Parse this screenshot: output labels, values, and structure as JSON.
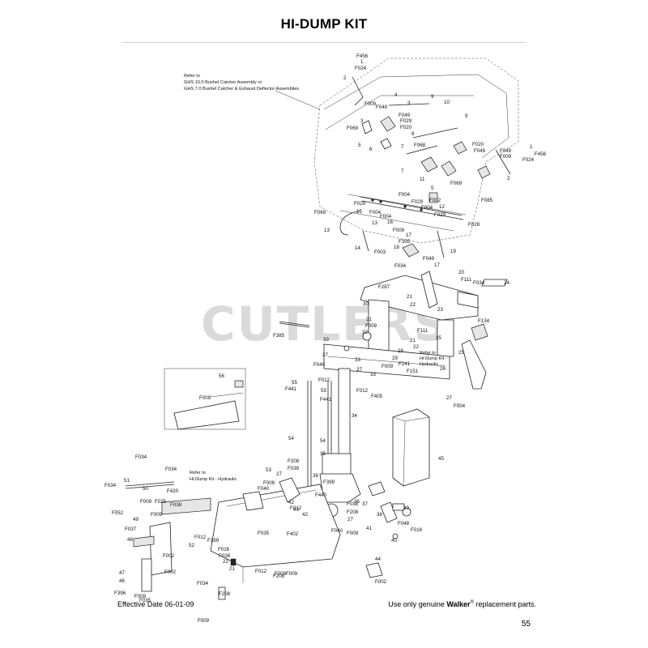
{
  "title": "HI-DUMP KIT",
  "watermark": "CUTLERS",
  "notes": {
    "refer_catcher_1": "Refer to",
    "refer_catcher_2": "GHS 10.0 Bushel Catcher Assembly or",
    "refer_catcher_3": "GHS 7.0 Bushel Catcher & Exhaust Deflector Assemblies",
    "refer_hyd_right_1": "Refer to",
    "refer_hyd_right_2": "Hi-Dump Kit -",
    "refer_hyd_right_3": "Hydraulic",
    "refer_hyd_left_1": "Refer to",
    "refer_hyd_left_2": "Hi-Dump Kit - Hydraulic"
  },
  "labels": {
    "l_f456_a": "F456",
    "l_1_a": "1",
    "l_f024_a": "F024",
    "l_2_a": "2",
    "l_f009_a": "F009",
    "l_4_a": "4",
    "l_f049_a": "F049",
    "l_3_a": "3",
    "l_10": "10",
    "l_9_a": "9",
    "l_9_b": "9",
    "l_f049_b": "F049",
    "l_3_b": "3",
    "l_f069_a": "F069",
    "l_f029_a": "F029",
    "l_8": "8",
    "l_f068": "F068",
    "l_f020_a": "F020",
    "l_f020_b": "F020",
    "l_5_a": "5",
    "l_6": "6",
    "l_7_a": "7",
    "l_f049_c": "F049",
    "l_f049_d": "F049",
    "l_f009_b": "F009",
    "l_f024_b": "F024",
    "l_f456_b": "F456",
    "l_1_b": "1",
    "l_2_b": "2",
    "l_7_b": "7",
    "l_11": "11",
    "l_f069_b": "F069",
    "l_5_b": "5",
    "l_f004_a": "F004",
    "l_f029_b": "F029",
    "l_f002_a": "F002",
    "l_12": "12",
    "l_f085": "F085",
    "l_f029_c": "F029",
    "l_f004_b": "F004",
    "l_f004_c": "F004",
    "l_f004_d": "F004",
    "l_f029_d": "F029",
    "l_f069_c": "F069",
    "l_15": "15",
    "l_13_a": "13",
    "l_16": "16",
    "l_13_b": "13",
    "l_f009_c": "F009",
    "l_f028": "F028",
    "l_17_a": "17",
    "l_f395": "F395",
    "l_18": "18",
    "l_19": "19",
    "l_14": "14",
    "l_f003": "F003",
    "l_f049_e": "F049",
    "l_17_b": "17",
    "l_f034_a": "F034",
    "l_20": "20",
    "l_f111_a": "F111",
    "l_f034_b": "F034",
    "l_24": "24",
    "l_f287": "F287",
    "l_21_a": "21",
    "l_22_a": "22",
    "l_30": "30",
    "l_23": "23",
    "l_31": "31",
    "l_f009_d": "F009",
    "l_32": "32",
    "l_f385": "F385",
    "l_f134": "F134",
    "l_f111_b": "F111",
    "l_25_a": "25",
    "l_33_a": "33",
    "l_21_b": "21",
    "l_22_b": "22",
    "l_25_b": "25",
    "l_27_a": "27",
    "l_28": "28",
    "l_29": "29",
    "l_f241": "F241",
    "l_33_b": "33",
    "l_f040_a": "F040",
    "l_f009_e": "F009",
    "l_f151": "F151",
    "l_26": "26",
    "l_27_b": "27",
    "l_33_c": "33",
    "l_f012_a": "F012",
    "l_55_a": "55",
    "l_f441_a": "F441",
    "l_55_b": "55",
    "l_f441_b": "F441",
    "l_f012_b": "F012",
    "l_f405": "F405",
    "l_27_c": "27",
    "l_f004_e": "F004",
    "l_56": "56",
    "l_f009_f": "F009",
    "l_34": "34",
    "l_54_a": "54",
    "l_54_b": "54",
    "l_35": "35",
    "l_45": "45",
    "l_f034_c": "F034",
    "l_f034_d": "F034",
    "l_51": "51",
    "l_f034_e": "F034",
    "l_50": "50",
    "l_f420": "F420",
    "l_f052": "F052",
    "l_f009_g": "F009",
    "l_f025": "F025",
    "l_f038_a": "F038",
    "l_f009_h": "F009",
    "l_49": "49",
    "l_f037": "F037",
    "l_48": "48",
    "l_f012_c": "F012",
    "l_f399_a": "F399",
    "l_52": "52",
    "l_f002_b": "F002",
    "l_f016_a": "F016",
    "l_f038_b": "F038",
    "l_22_c": "22",
    "l_21_c": "21",
    "l_47": "47",
    "l_46": "46",
    "l_f002_c": "F002",
    "l_f009_i": "F009",
    "l_f035_a": "F035",
    "l_f396": "F396",
    "l_f034_f": "F034",
    "l_f208_a": "F208",
    "l_f009_j": "F009",
    "l_f012_d": "F012",
    "l_f208_b": "F208",
    "l_f009_k": "F009",
    "l_f035_b": "F035",
    "l_53": "53",
    "l_f208_c": "F208",
    "l_f039": "F039",
    "l_27_d": "27",
    "l_f009_l": "F009",
    "l_f040_b": "F040",
    "l_42_a": "42",
    "l_43": "43",
    "l_42_b": "42",
    "l_f012_e": "F012",
    "l_36_a": "36",
    "l_f399_b": "F399",
    "l_f440": "F440",
    "l_f402": "F402",
    "l_f038_c": "F038",
    "l_f208_d": "F208",
    "l_27_e": "27",
    "l_f040_c": "F040",
    "l_f009_m": "F009",
    "l_41": "41",
    "l_36_b": "36",
    "l_37": "37",
    "l_38": "38",
    "l_39": "39",
    "l_f048": "F048",
    "l_f016_b": "F016",
    "l_40": "40",
    "l_44": "44",
    "l_f002_d": "F002",
    "l_f009_n": "F009"
  },
  "footer": {
    "effective_date": "Effective Date 06-01-09",
    "use_only_prefix": "Use only genuine ",
    "brand": "Walker",
    "registered": "®",
    "use_only_suffix": "  replacement parts.",
    "page_number": "55"
  }
}
